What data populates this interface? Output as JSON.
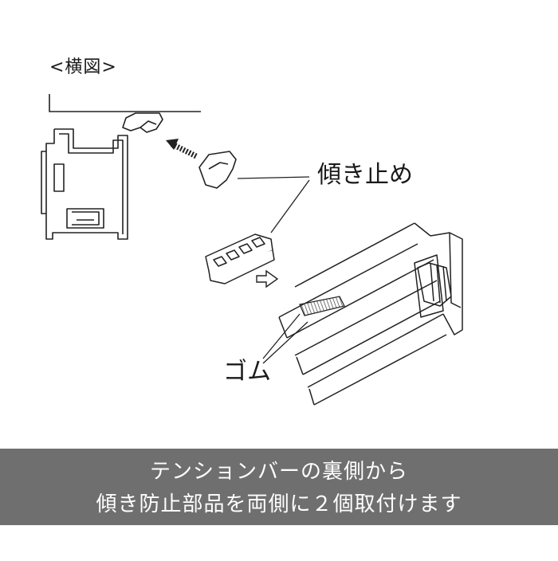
{
  "labels": {
    "side_view": "<横図>",
    "tilt_stopper": "傾き止め",
    "rubber": "ゴム"
  },
  "caption": {
    "line1": "テンションバーの裏側から",
    "line2": "傾き防止部品を両側に２個取付けます"
  },
  "colors": {
    "line": "#222222",
    "banner": "#6f6f6f",
    "banner_text": "#ffffff",
    "pad_hatch": "#555555"
  }
}
